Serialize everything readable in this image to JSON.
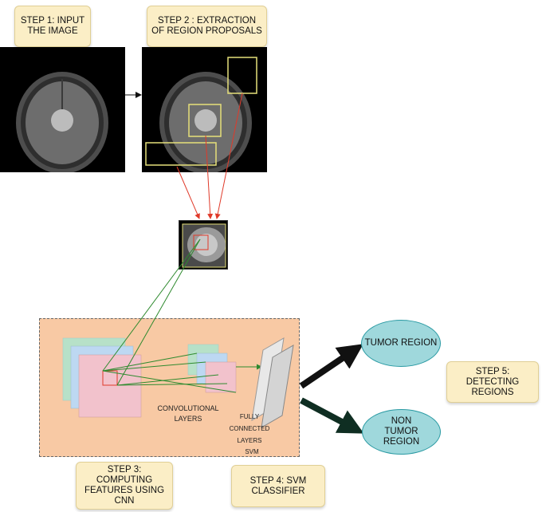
{
  "steps": {
    "step1": "STEP 1: INPUT THE IMAGE",
    "step2": "STEP 2 : EXTRACTION OF REGION PROPOSALS",
    "step3": "STEP 3: COMPUTING FEATURES USING CNN",
    "step4": "STEP 4: SVM CLASSIFIER",
    "step5": "STEP 5: DETECTING REGIONS"
  },
  "cnn": {
    "conv_label": "CONVOLUTIONAL LAYERS",
    "fc_label": "FULLY CONNECTED LAYERS",
    "svm_label": "SVM"
  },
  "outputs": {
    "tumor": "TUMOR REGION",
    "non_tumor": "NON TUMOR REGION"
  },
  "colors": {
    "step_box": "#fbeec6",
    "cnn_panel": "#f8c9a4",
    "output_ellipse": "#9fd8dc",
    "proposal_box": "#e6e07a",
    "arrow_red": "#e03a2a",
    "arrow_green": "#2e8a2e"
  }
}
